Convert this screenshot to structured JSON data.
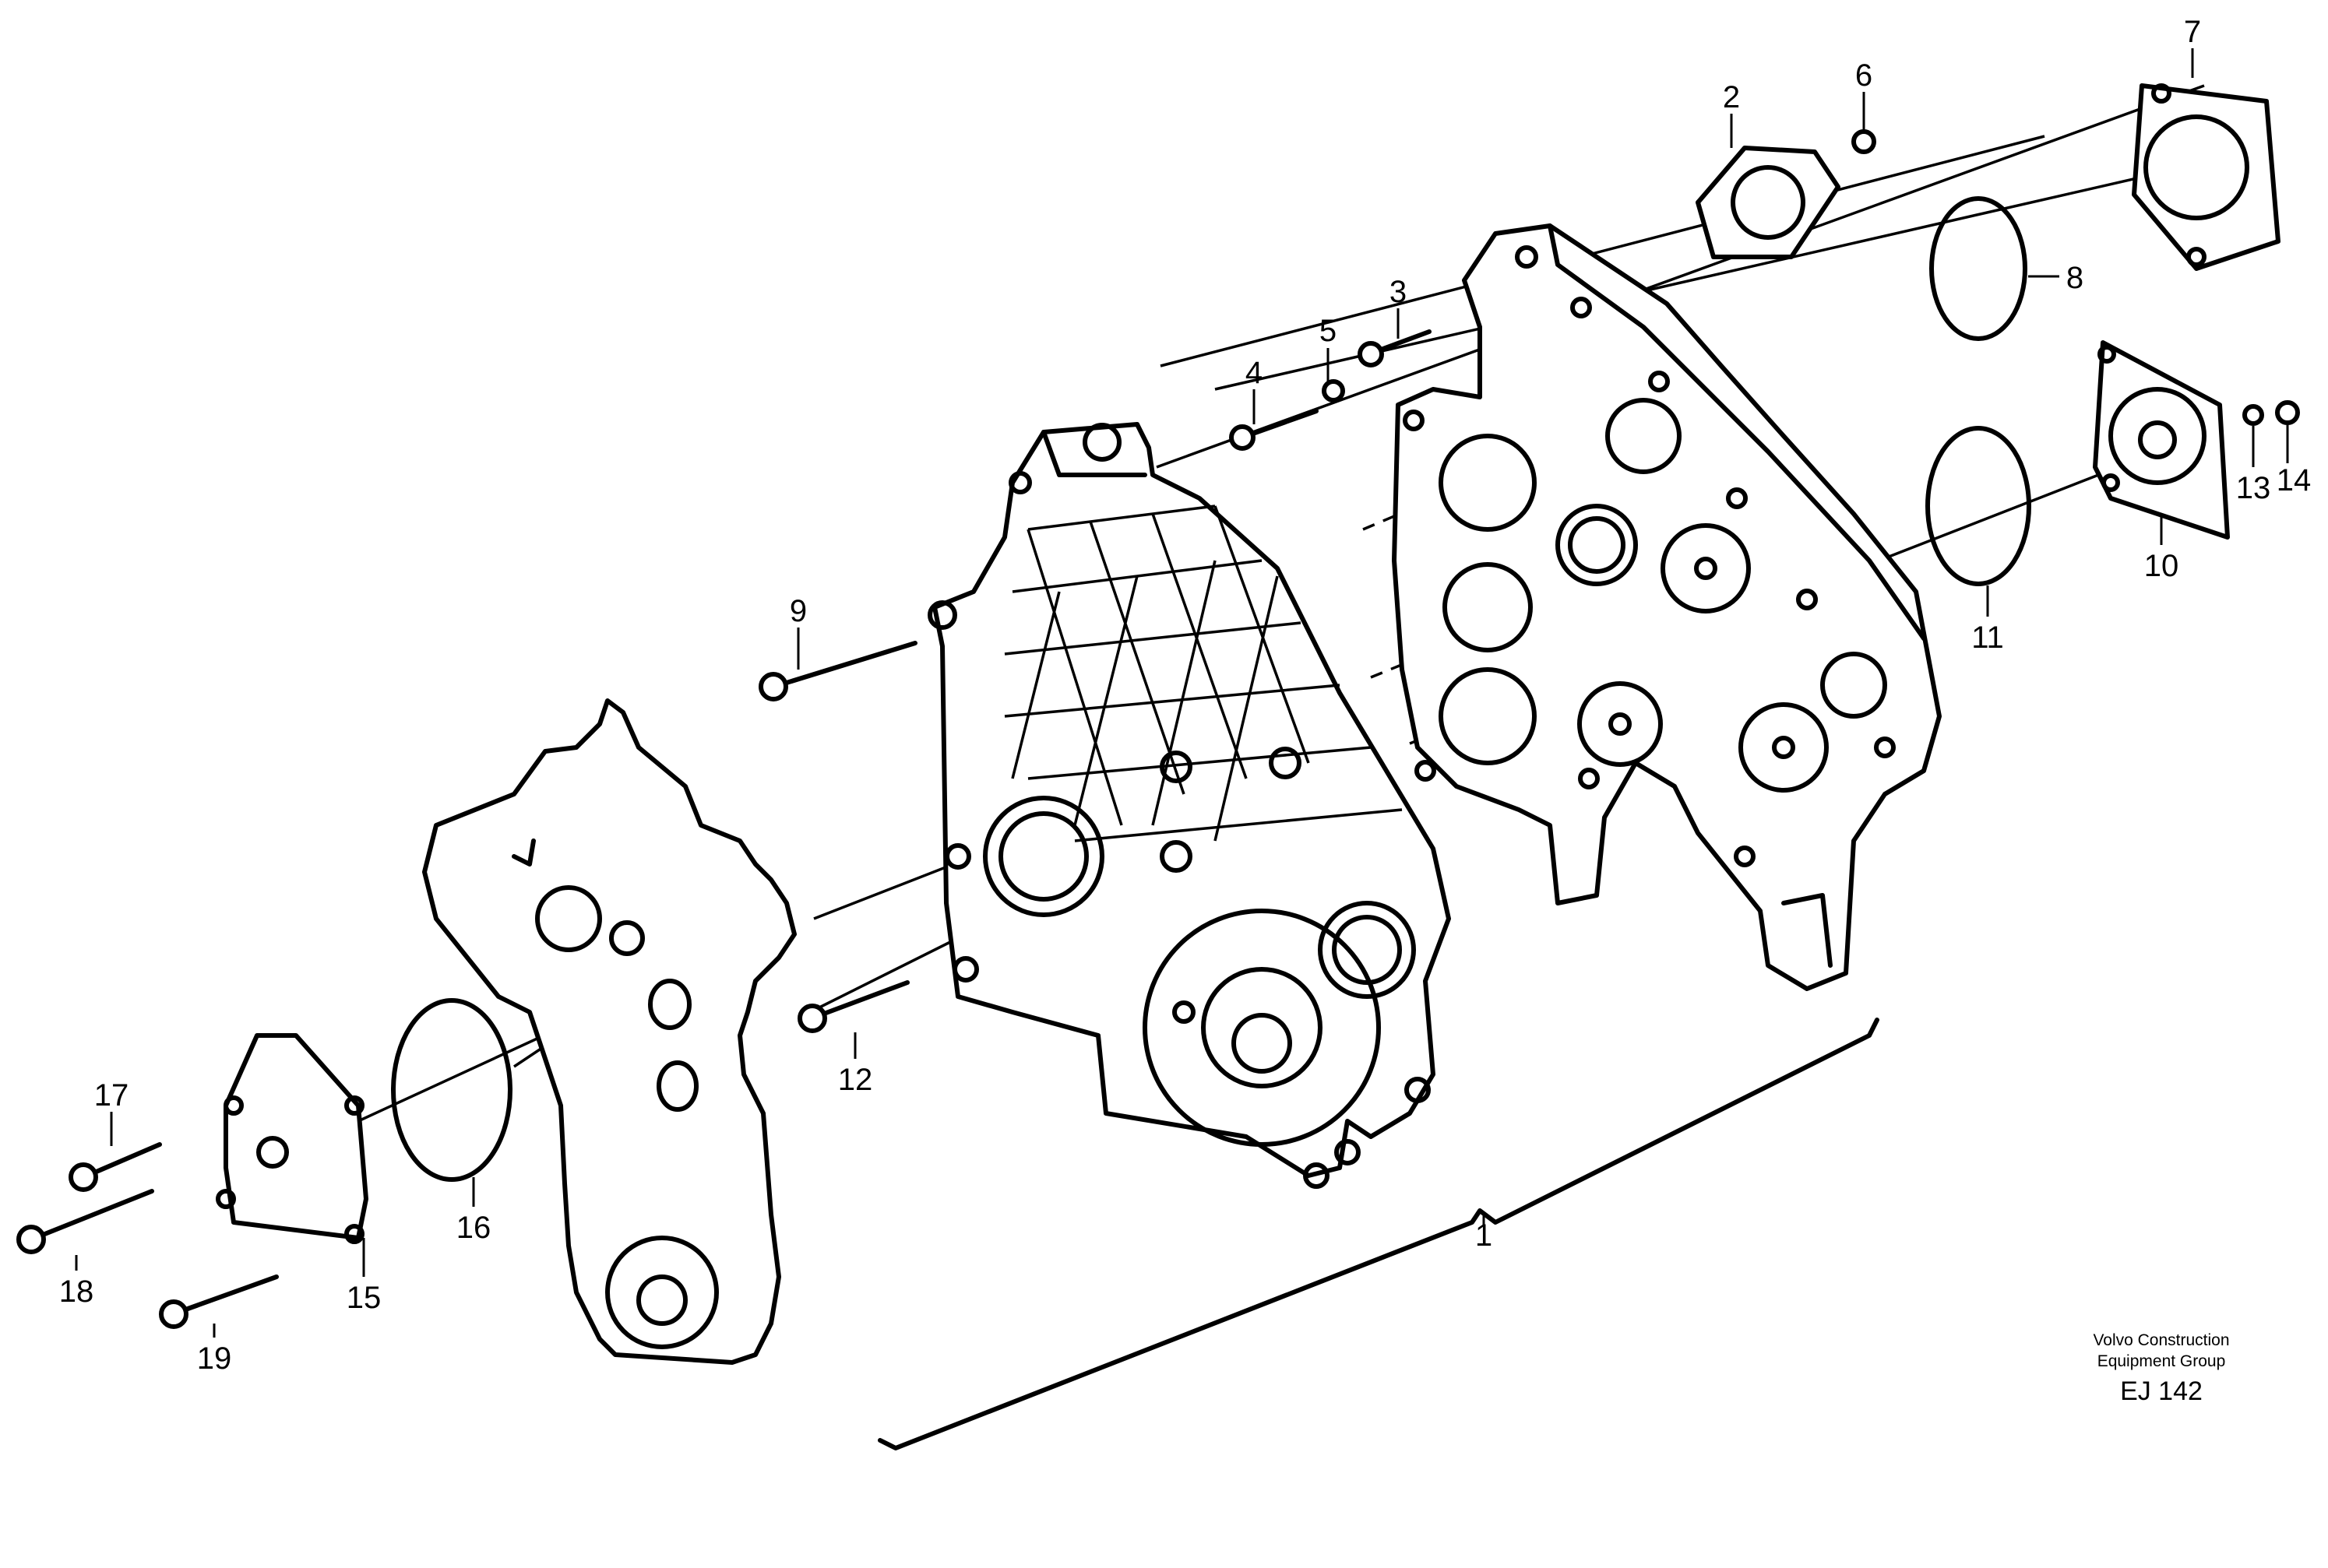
{
  "diagram": {
    "part_labels": [
      "1",
      "2",
      "3",
      "4",
      "5",
      "6",
      "7",
      "8",
      "9",
      "10",
      "11",
      "12",
      "13",
      "14",
      "15",
      "16",
      "17",
      "18",
      "19"
    ],
    "credit_line1": "Volvo Construction",
    "credit_line2": "Equipment Group",
    "drawing_code": "EJ 142"
  }
}
